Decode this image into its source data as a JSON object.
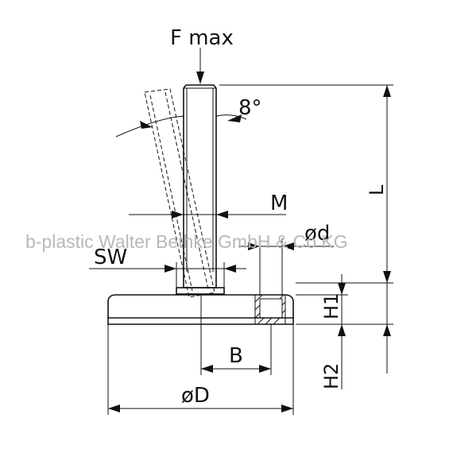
{
  "labels": {
    "force": "F max",
    "angle": "8°",
    "thread": "M",
    "bore": "ød",
    "wrench": "SW",
    "length": "L",
    "height1": "H1",
    "height2": "H2",
    "offset": "B",
    "diameter": "øD"
  },
  "watermark": "b-plastic Walter Bethke GmbH & Co KG"
}
